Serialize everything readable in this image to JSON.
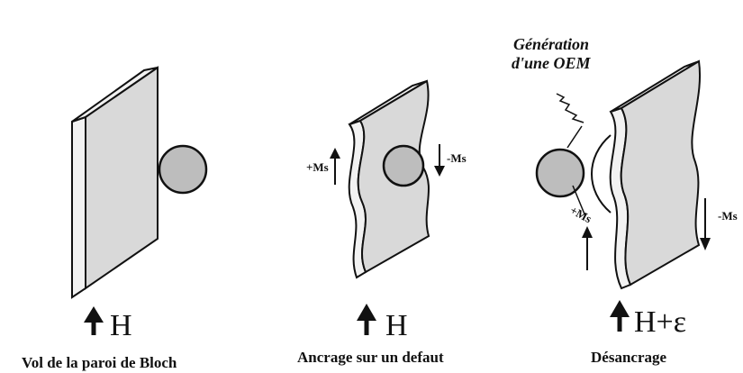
{
  "panels": [
    {
      "field_label": "H",
      "caption": "Vol de la paroi de Bloch"
    },
    {
      "field_label": "H",
      "caption": "Ancrage sur un defaut",
      "magnetization_up_label": "+Ms",
      "magnetization_down_label": "-Ms"
    },
    {
      "field_label": "H+ε",
      "caption": "Désancrage",
      "magnetization_up_label": "+Ms",
      "magnetization_down_label": "-Ms",
      "emission_label_line1": "Génération",
      "emission_label_line2": "d'une OEM"
    }
  ],
  "colors": {
    "wall_fill": "#d9d9d9",
    "wall_edge": "#f2f2f2",
    "defect_fill": "#bdbdbd",
    "stroke": "#111111"
  }
}
